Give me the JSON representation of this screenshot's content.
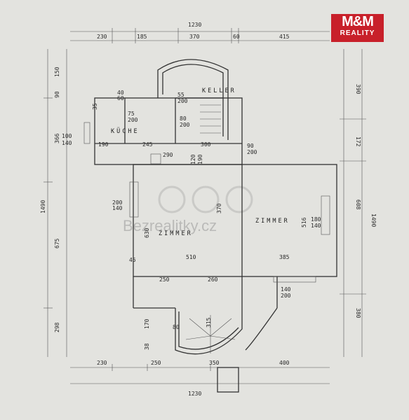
{
  "logo": {
    "brand": "M&M",
    "sub": "REALITY"
  },
  "watermark": "Bezrealitky.cz",
  "rooms": {
    "keller": "KELLER",
    "kuche": "KÜCHE",
    "zimmer_left": "ZIMMER",
    "zimmer_right": "ZIMMER"
  },
  "dims": {
    "top_total": "1230",
    "top": [
      "230",
      "185",
      "370",
      "60",
      "415"
    ],
    "bottom_total": "1230",
    "bottom": [
      "230",
      "250",
      "350",
      "400"
    ],
    "left_total": "1490",
    "left_upper": "366",
    "left_mid": "675",
    "left_low": "298",
    "right_total": "1490",
    "right": [
      "390",
      "172",
      "608",
      "380"
    ],
    "left_stack": [
      "150",
      "90",
      "100",
      "140"
    ],
    "inner": {
      "d190": "190",
      "d245": "245",
      "d290": "290",
      "d300": "300",
      "d200a": "200",
      "d140a": "140",
      "d75": "75",
      "d200b": "200",
      "d80": "80",
      "d200c": "200",
      "d55": "55",
      "d200d": "200",
      "d40": "40",
      "d60": "60",
      "d120": "120",
      "d190b": "190",
      "d90": "90",
      "d200e": "200",
      "d370": "370",
      "d630": "630",
      "d510": "510",
      "d385": "385",
      "d180": "180",
      "d140b": "140",
      "d516": "516",
      "d250": "250",
      "d260": "260",
      "d140c": "140",
      "d200f": "200",
      "d170": "170",
      "d315": "315",
      "d80b": "80",
      "d38": "38",
      "d35": "35",
      "d45": "45"
    }
  }
}
